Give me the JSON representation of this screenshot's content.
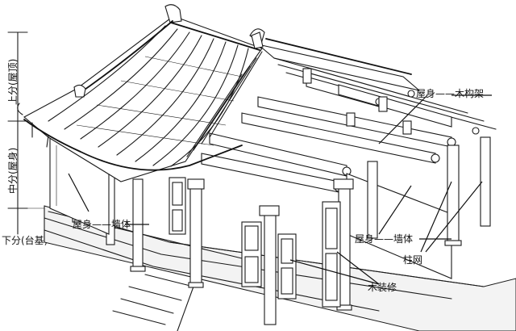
{
  "vertical_labels": {
    "upper": "上分(屋顶)",
    "middle": "中分(屋身)",
    "lower": "下分(台基)"
  },
  "callouts": {
    "timber_frame": "屋身——木构架",
    "wall_left": "屋身——墙体",
    "wall_right": "屋身——墙体",
    "column_grid": "柱网",
    "wood_trim": "木装修"
  }
}
